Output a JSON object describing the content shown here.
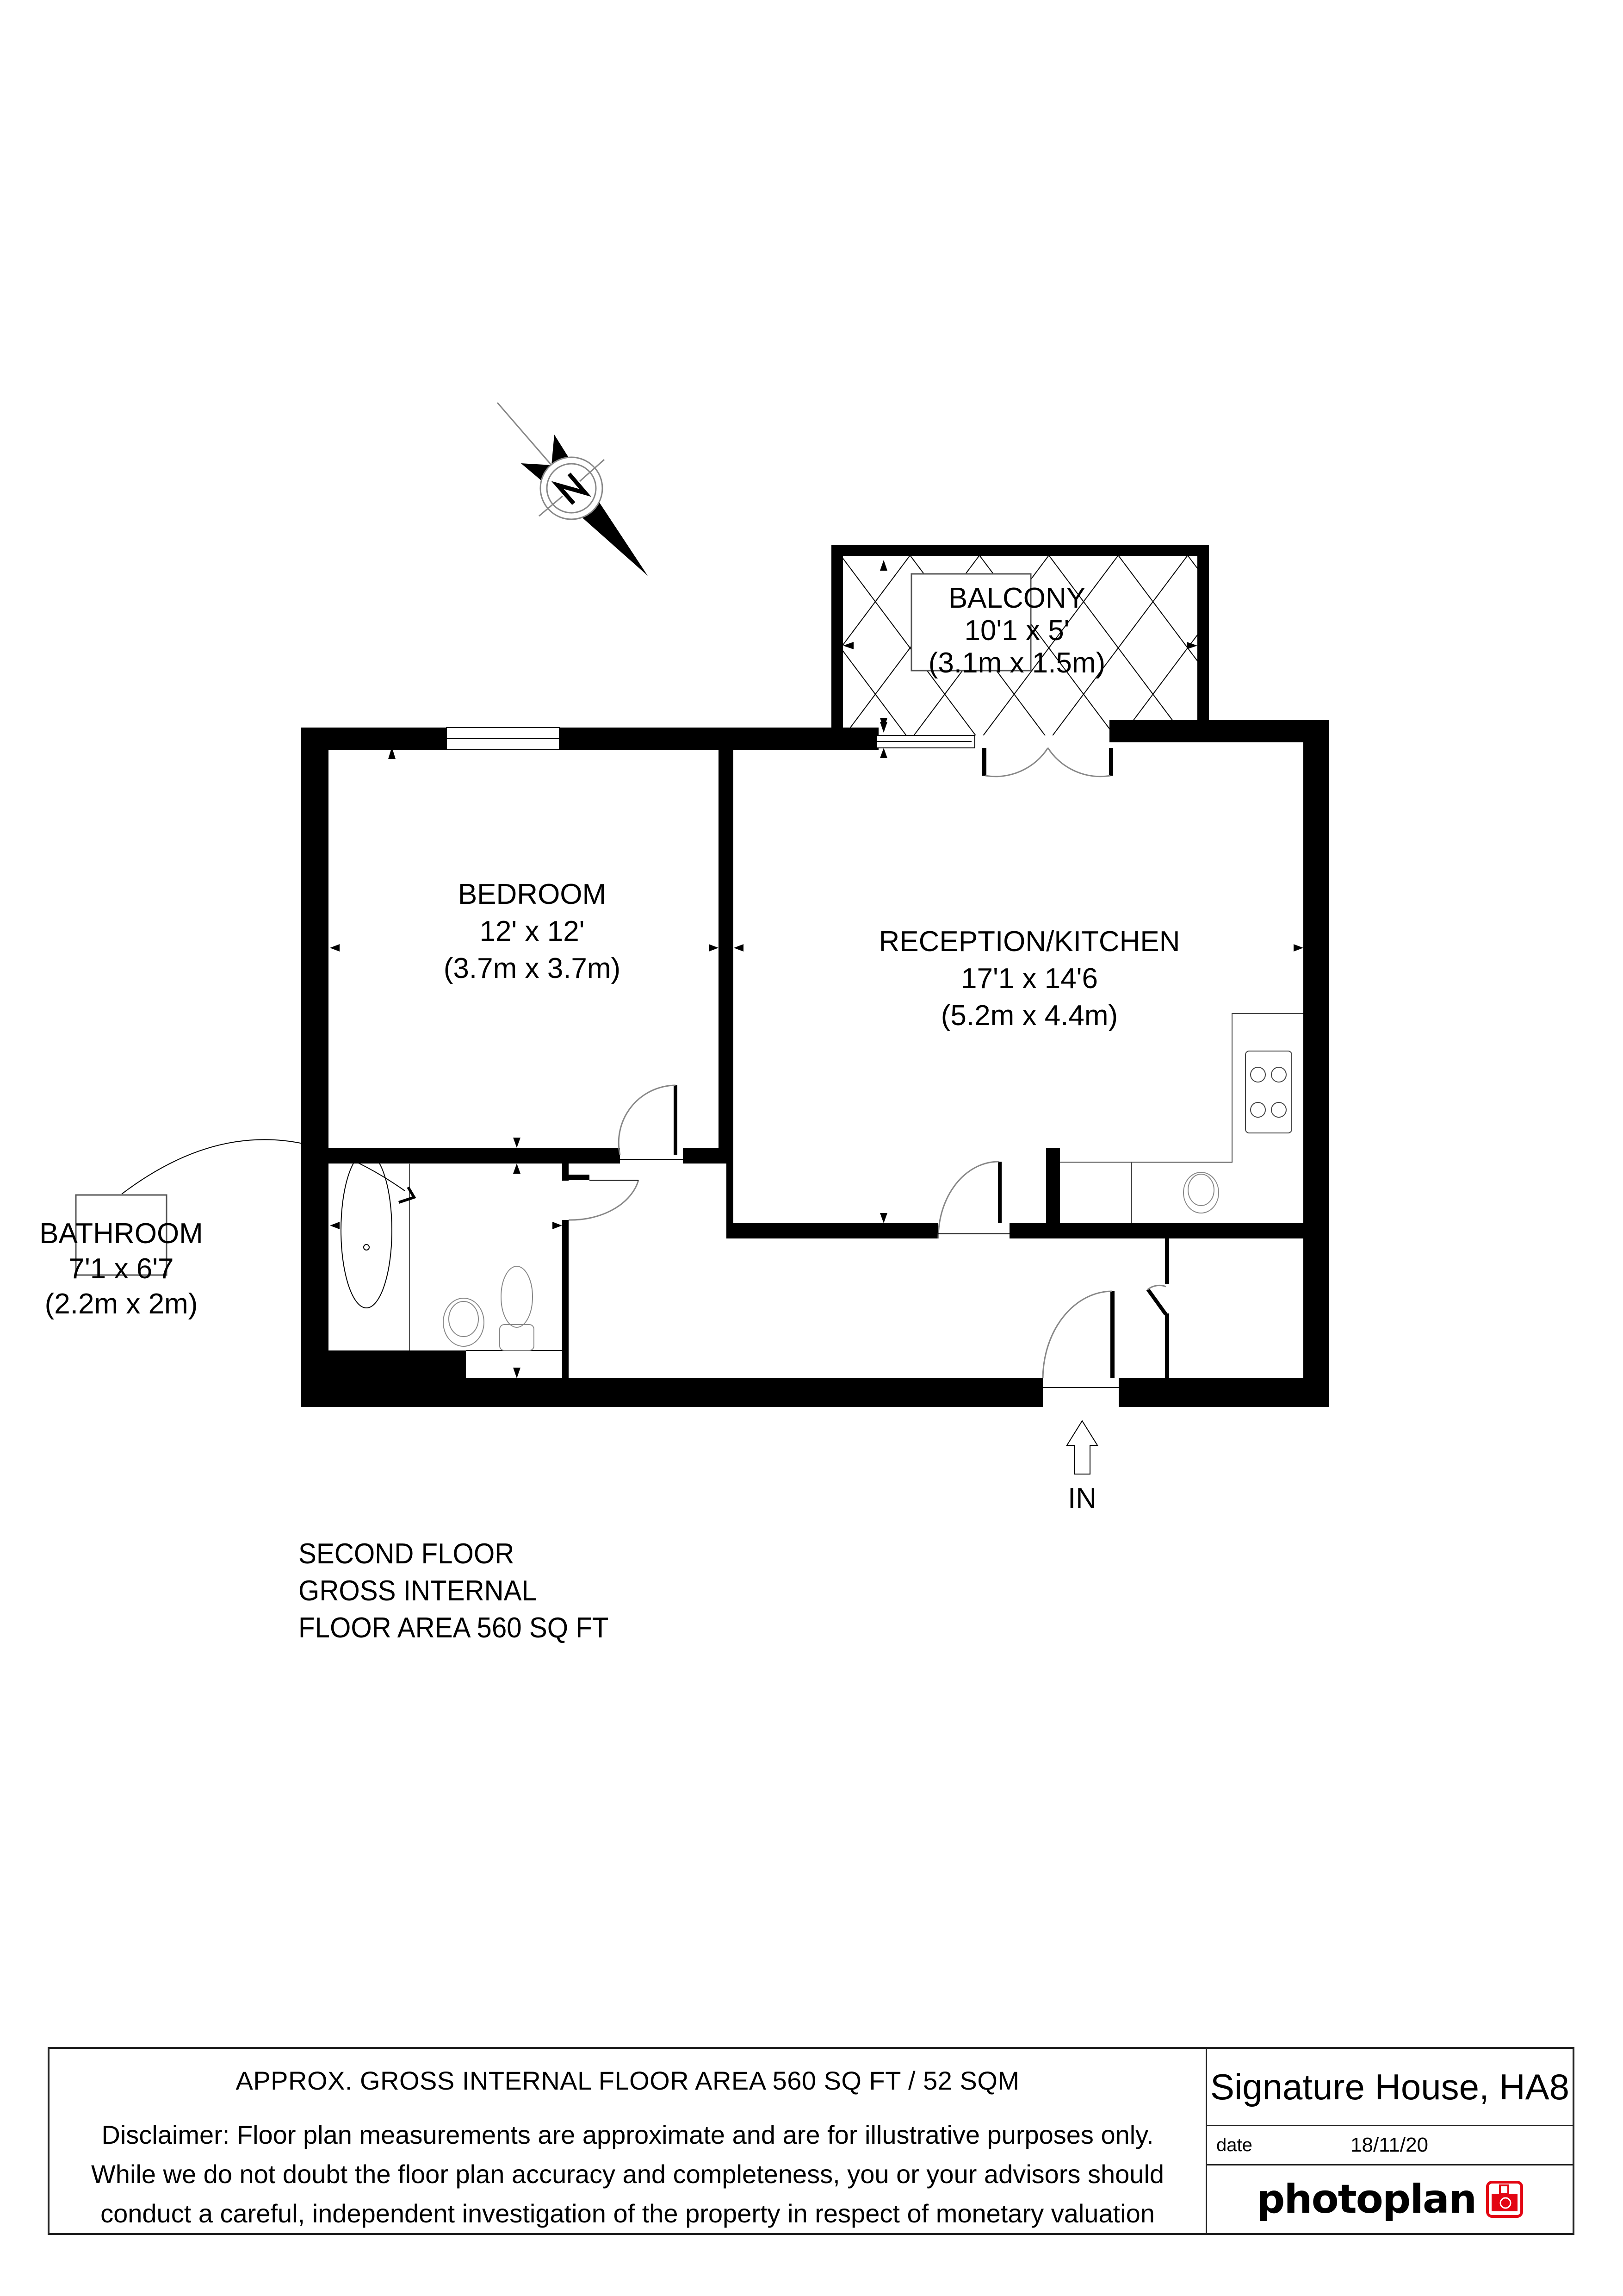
{
  "floor_plan": {
    "rooms": [
      {
        "id": "balcony",
        "name": "BALCONY",
        "dims_imperial": "10'1 x 5'",
        "dims_metric": "(3.1m x 1.5m)"
      },
      {
        "id": "bedroom",
        "name": "BEDROOM",
        "dims_imperial": "12' x 12'",
        "dims_metric": "(3.7m x 3.7m)"
      },
      {
        "id": "reception",
        "name": "RECEPTION/KITCHEN",
        "dims_imperial": "17'1 x 14'6",
        "dims_metric": "(5.2m x 4.4m)"
      },
      {
        "id": "bathroom",
        "name": "BATHROOM",
        "dims_imperial": "7'1 x 6'7",
        "dims_metric": "(2.2m x 2m)"
      }
    ],
    "entrance_label": "IN",
    "compass_label": "N",
    "floor_info": {
      "line1": "SECOND FLOOR",
      "line2": "GROSS INTERNAL",
      "line3": "FLOOR AREA 560 SQ FT"
    }
  },
  "title_block": {
    "area_summary": "APPROX. GROSS INTERNAL FLOOR AREA 560 SQ FT / 52 SQM",
    "disclaimer": [
      "Disclaimer: Floor plan measurements are approximate and are for illustrative purposes only.",
      "While we do not doubt the floor plan accuracy and completeness, you or your advisors should",
      "conduct a careful, independent investigation of the property in respect of monetary valuation"
    ],
    "property_name": "Signature House, HA8",
    "date_label": "date",
    "date_value": "18/11/20",
    "logo_text": "photoplan",
    "logo_icon": "camera-icon"
  },
  "colors": {
    "wall": "#000000",
    "line": "#000000",
    "fixture": "#777777",
    "brand_red": "#e30613"
  }
}
